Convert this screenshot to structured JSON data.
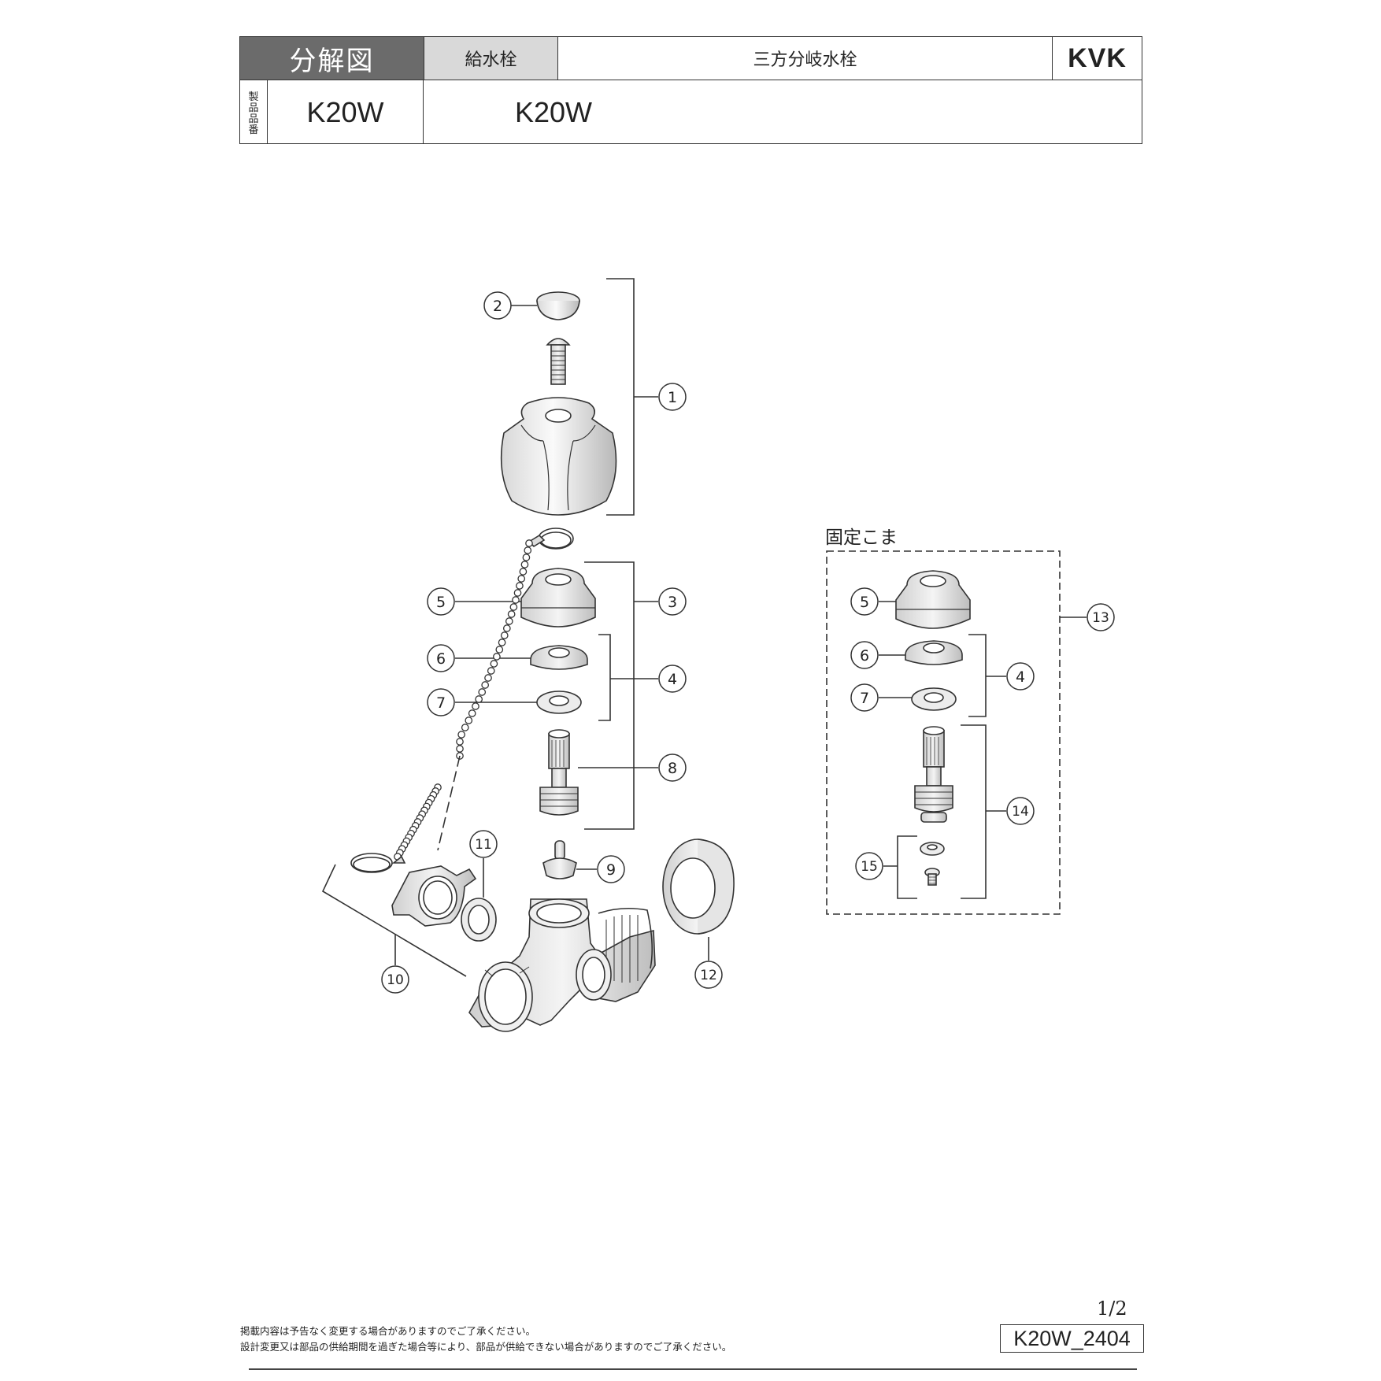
{
  "header": {
    "title": "分解図",
    "category": "給水栓",
    "product_name": "三方分岐水栓",
    "brand": "KVK",
    "product_no_label": [
      "製",
      "品",
      "品",
      "番"
    ],
    "model_left": "K20W",
    "model_right": "K20W"
  },
  "diagram": {
    "part_labels": {
      "p1": "1",
      "p2": "2",
      "p3": "3",
      "p4": "4",
      "p5": "5",
      "p6": "6",
      "p7": "7",
      "p8": "8",
      "p9": "9",
      "p10": "10",
      "p11": "11",
      "p12": "12",
      "q5": "5",
      "q6": "6",
      "q7": "7",
      "q4": "4",
      "p13": "13",
      "p14": "14",
      "p15": "15"
    },
    "fixed_koma_label": "固定こま"
  },
  "footer": {
    "note_line1": "掲載内容は予告なく変更する場合がありますのでご了承ください。",
    "note_line2": "設計変更又は部品の供給期間を過ぎた場合等により、部品が供給できない場合がありますのでご了承ください。",
    "page": "1/2",
    "doc_code": "K20W_2404"
  }
}
